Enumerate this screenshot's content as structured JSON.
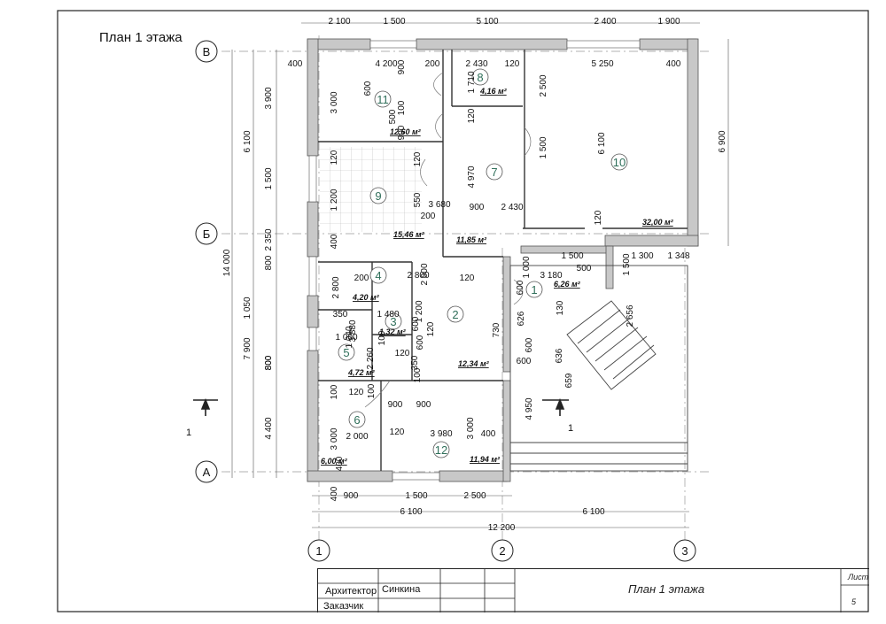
{
  "sheet": {
    "title": "План 1 этажа",
    "stamp_title": "План 1 этажа",
    "architect_label": "Архитектор",
    "architect_name": "Синкина",
    "customer_label": "Заказчик",
    "sheet_label": "Лист",
    "sheet_number": "5"
  },
  "axes": {
    "rows": [
      "В",
      "Б",
      "А"
    ],
    "cols": [
      "1",
      "2",
      "3"
    ],
    "section_label": "1"
  },
  "rooms": [
    {
      "num": "1",
      "area": "6,26 м²"
    },
    {
      "num": "2",
      "area": "12,34 м²"
    },
    {
      "num": "3",
      "area": "1,32 м²"
    },
    {
      "num": "4",
      "area": "4,20 м²"
    },
    {
      "num": "5",
      "area": "4,72 м²"
    },
    {
      "num": "6",
      "area": "6,00 м²"
    },
    {
      "num": "7",
      "area": "11,85 м²"
    },
    {
      "num": "8",
      "area": "4,16 м²"
    },
    {
      "num": "9",
      "area": "15,46 м²"
    },
    {
      "num": "10",
      "area": "32,00 м²"
    },
    {
      "num": "11",
      "area": "12,60 м²"
    },
    {
      "num": "12",
      "area": "11,94 м²"
    }
  ],
  "dims": {
    "top": [
      "2 100",
      "1 500",
      "5 100",
      "2 400",
      "1 900"
    ],
    "bottom": [
      "900",
      "1 500",
      "2 500",
      "6 100",
      "6 100",
      "12 200",
      "400",
      "400"
    ],
    "left": [
      "3 900",
      "6 100",
      "1 500",
      "2 350",
      "14 000",
      "800",
      "1 050",
      "7 900",
      "800",
      "4 400"
    ],
    "right": [
      "6 900"
    ],
    "internal": [
      "400",
      "4 200",
      "200",
      "2 430",
      "120",
      "5 250",
      "400",
      "3 000",
      "600",
      "900",
      "500",
      "100",
      "900",
      "1 710",
      "120",
      "2 500",
      "120",
      "4 970",
      "1 500",
      "6 100",
      "120",
      "550",
      "1 200",
      "3 680",
      "200",
      "900",
      "2 430",
      "120",
      "400",
      "200",
      "2 800",
      "1 500",
      "1 348",
      "1 300",
      "1 500",
      "2 800",
      "120",
      "3 180",
      "2 000",
      "600",
      "1 000",
      "500",
      "130",
      "2 656",
      "626",
      "350",
      "1 480",
      "1 200",
      "730",
      "3 880",
      "120",
      "600",
      "1 000",
      "2 260",
      "1 040",
      "120",
      "600",
      "350",
      "600",
      "659",
      "636",
      "100",
      "120",
      "900",
      "900",
      "100",
      "4 950",
      "3 000",
      "2 000",
      "120",
      "3 980",
      "400",
      "3 000",
      "800",
      "100",
      "100",
      "600"
    ]
  }
}
